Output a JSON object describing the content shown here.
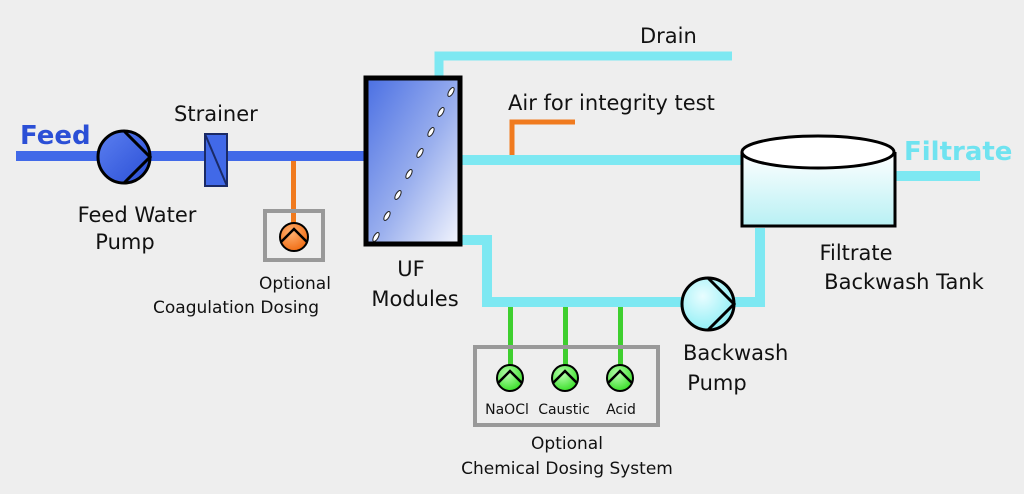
{
  "labels": {
    "feed": "Feed",
    "strainer": "Strainer",
    "feed_water_pump_line1": "Feed Water",
    "feed_water_pump_line2": "Pump",
    "optional_coagulation_line1": "Optional",
    "optional_coagulation_line2": "Coagulation Dosing",
    "uf_modules_line1": "UF",
    "uf_modules_line2": "Modules",
    "drain": "Drain",
    "air_integrity_test": "Air for integrity test",
    "filtrate": "Filtrate",
    "filtrate_tank_line1": "Filtrate",
    "filtrate_tank_line2": "Backwash Tank",
    "backwash_pump_line1": "Backwash",
    "backwash_pump_line2": "Pump",
    "chem_naocl": "NaOCl",
    "chem_caustic": "Caustic",
    "chem_acid": "Acid",
    "chem_system_line1": "Optional",
    "chem_system_line2": "Chemical Dosing System"
  },
  "colors": {
    "background": "#eeeeee",
    "feed_line": "#4169e8",
    "feed_text": "#2b4fd6",
    "filtrate_line": "#7de8f2",
    "filtrate_text": "#6fe3f0",
    "air_line": "#f07a1e",
    "chemical_line": "#3ecf2e",
    "chemical_pump": "#44ee33",
    "coagulation_pump": "#f07a1e",
    "box_border": "#999999",
    "equipment_outline": "#000000"
  },
  "icons": [
    "pump-icon",
    "strainer-icon",
    "membrane-module-icon",
    "tank-icon"
  ]
}
